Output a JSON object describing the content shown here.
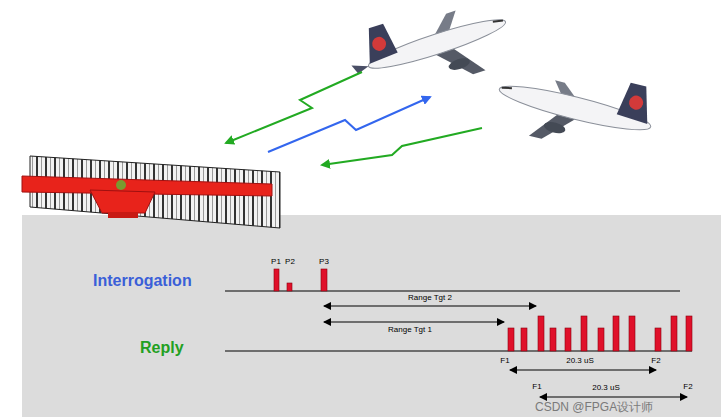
{
  "diagram": {
    "labels": [
      "P1",
      "P2",
      "P3",
      "Interrogation",
      "Range Tgt 2",
      "Range Tgt 1",
      "Reply",
      "F1",
      "20.3 uS",
      "F2",
      "F1",
      "20.3 uS",
      "F2",
      "CSDN @FPGA设计师"
    ]
  }
}
